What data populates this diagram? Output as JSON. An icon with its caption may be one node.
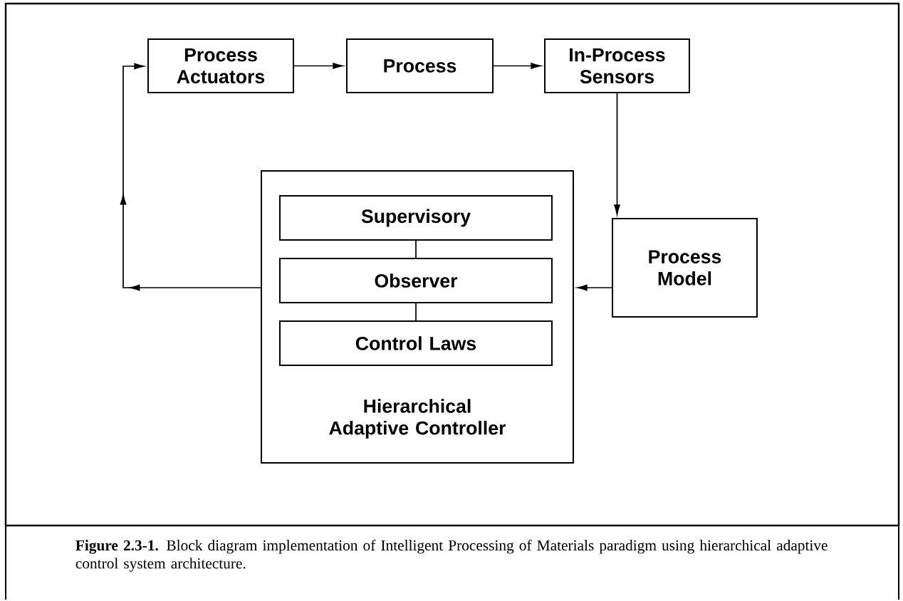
{
  "diagram": {
    "caption": "**Figure 2.3-1.** Block diagram implementation of Intelligent Processing of Materials paradigm using hierarchical adaptive control system architecture.",
    "nodes": [
      {
        "text": [
          "Process Actuators"
        ]
      },
      {
        "text": [
          "Process"
        ]
      },
      {
        "text": [
          "In-Process Sensors"
        ]
      },
      {
        "text": [
          "Hierarchical Adaptive Controller"
        ]
      },
      {
        "text": [
          "Supervisory"
        ],
        "in": 3
      },
      {
        "text": [
          "Observer"
        ],
        "in": 3
      },
      {
        "text": [
          "Control Laws"
        ],
        "in": 3
      },
      {
        "text": [
          "Process Model"
        ]
      }
    ],
    "edges": [
      {
        "from": 0,
        "to": 1,
        "arrow": "to"
      },
      {
        "from": 1,
        "to": 2,
        "arrow": "to"
      },
      {
        "from": 2,
        "to": 7,
        "arrow": "to"
      },
      {
        "from": 7,
        "to": 3,
        "arrow": "to"
      },
      {
        "from": 3,
        "to": 0,
        "arrow": "to"
      },
      {
        "from": 4,
        "to": 5,
        "arrow": "none"
      },
      {
        "from": 5,
        "to": 6,
        "arrow": "none"
      }
    ]
  }
}
